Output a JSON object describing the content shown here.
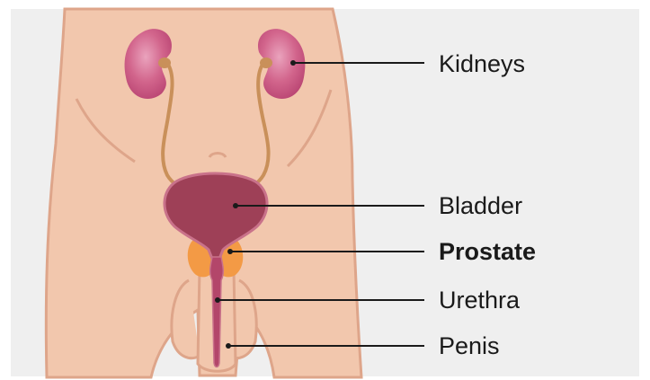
{
  "labels": {
    "kidneys": "Kidneys",
    "bladder": "Bladder",
    "prostate": "Prostate",
    "urethra": "Urethra",
    "penis": "Penis"
  },
  "emphasized_label": "prostate",
  "colors": {
    "panel_background": "#efefef",
    "skin": "#f2c7ad",
    "skin_outline": "#dea58a",
    "kidney": "#c9567f",
    "kidney_highlight": "#e49ab5",
    "ureter": "#c9905a",
    "bladder": "#9e4057",
    "bladder_outline": "#b65f74",
    "prostate": "#f39a45",
    "urethra": "#b3466a",
    "leader_line": "#1a1a1a"
  }
}
